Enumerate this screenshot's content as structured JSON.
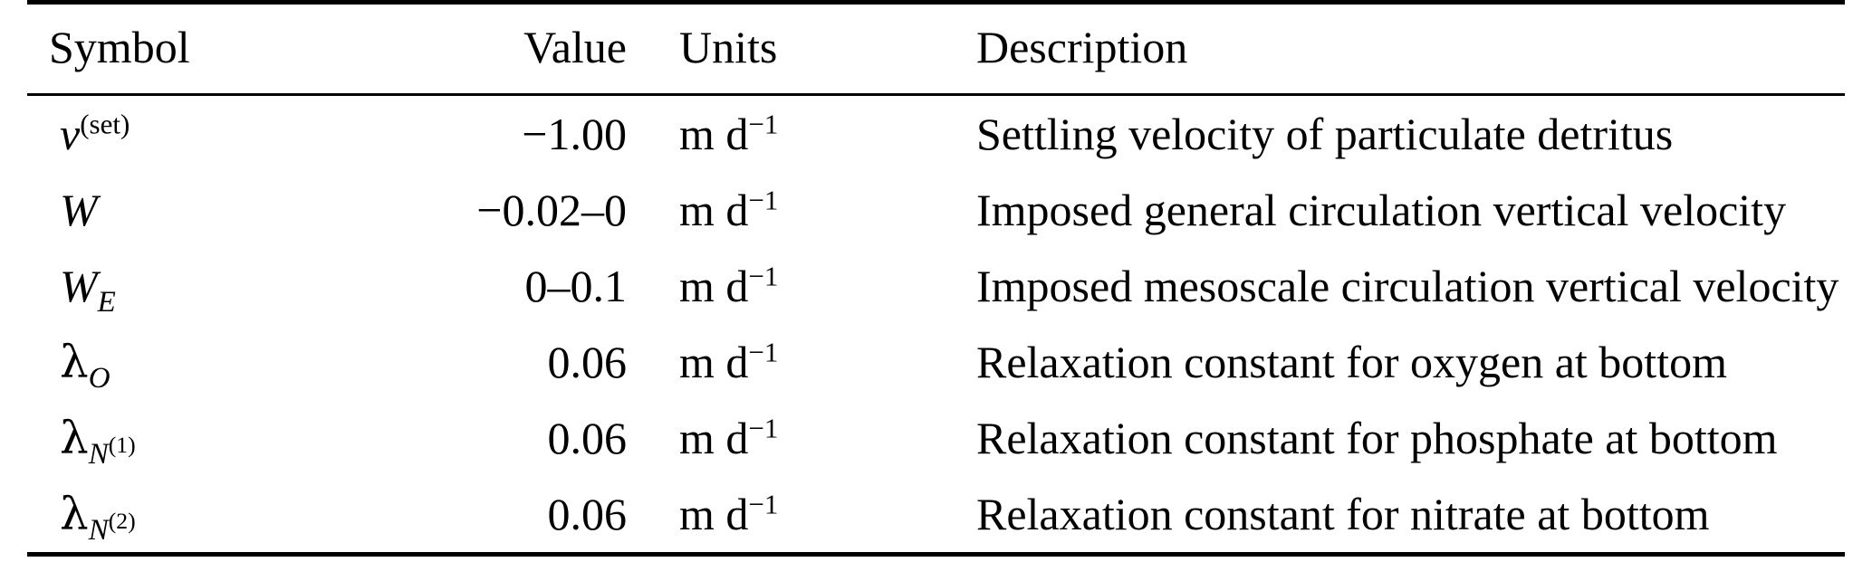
{
  "table": {
    "headers": {
      "symbol": "Symbol",
      "value": "Value",
      "units": "Units",
      "description": "Description"
    },
    "units_label": "m d−1",
    "rows": [
      {
        "symbol_text": "v(set)",
        "symbol_base": "v",
        "symbol_sup": "(set)",
        "symbol_sub": "",
        "value": "−1.00",
        "units": "m d⁻¹",
        "units_base": "m d",
        "units_exp": "−1",
        "description": "Settling velocity of particulate detritus"
      },
      {
        "symbol_text": "W",
        "symbol_base": "W",
        "symbol_sup": "",
        "symbol_sub": "",
        "value": "−0.02–0",
        "units": "m d⁻¹",
        "units_base": "m d",
        "units_exp": "−1",
        "description": "Imposed general circulation vertical velocity"
      },
      {
        "symbol_text": "W_E",
        "symbol_base": "W",
        "symbol_sup": "",
        "symbol_sub": "E",
        "value": "0–0.1",
        "units": "m d⁻¹",
        "units_base": "m d",
        "units_exp": "−1",
        "description": "Imposed mesoscale circulation vertical velocity"
      },
      {
        "symbol_text": "λ_O",
        "symbol_base": "λ",
        "symbol_sup": "",
        "symbol_sub": "O",
        "value": "0.06",
        "units": "m d⁻¹",
        "units_base": "m d",
        "units_exp": "−1",
        "description": "Relaxation constant for oxygen at bottom"
      },
      {
        "symbol_text": "λ_N(1)",
        "symbol_base": "λ",
        "symbol_sup": "",
        "symbol_sub": "N",
        "symbol_sub_sup": "(1)",
        "value": "0.06",
        "units": "m d⁻¹",
        "units_base": "m d",
        "units_exp": "−1",
        "description": "Relaxation constant for phosphate at bottom"
      },
      {
        "symbol_text": "λ_N(2)",
        "symbol_base": "λ",
        "symbol_sup": "",
        "symbol_sub": "N",
        "symbol_sub_sup": "(2)",
        "value": "0.06",
        "units": "m d⁻¹",
        "units_base": "m d",
        "units_exp": "−1",
        "description": "Relaxation constant for nitrate at bottom"
      }
    ]
  }
}
